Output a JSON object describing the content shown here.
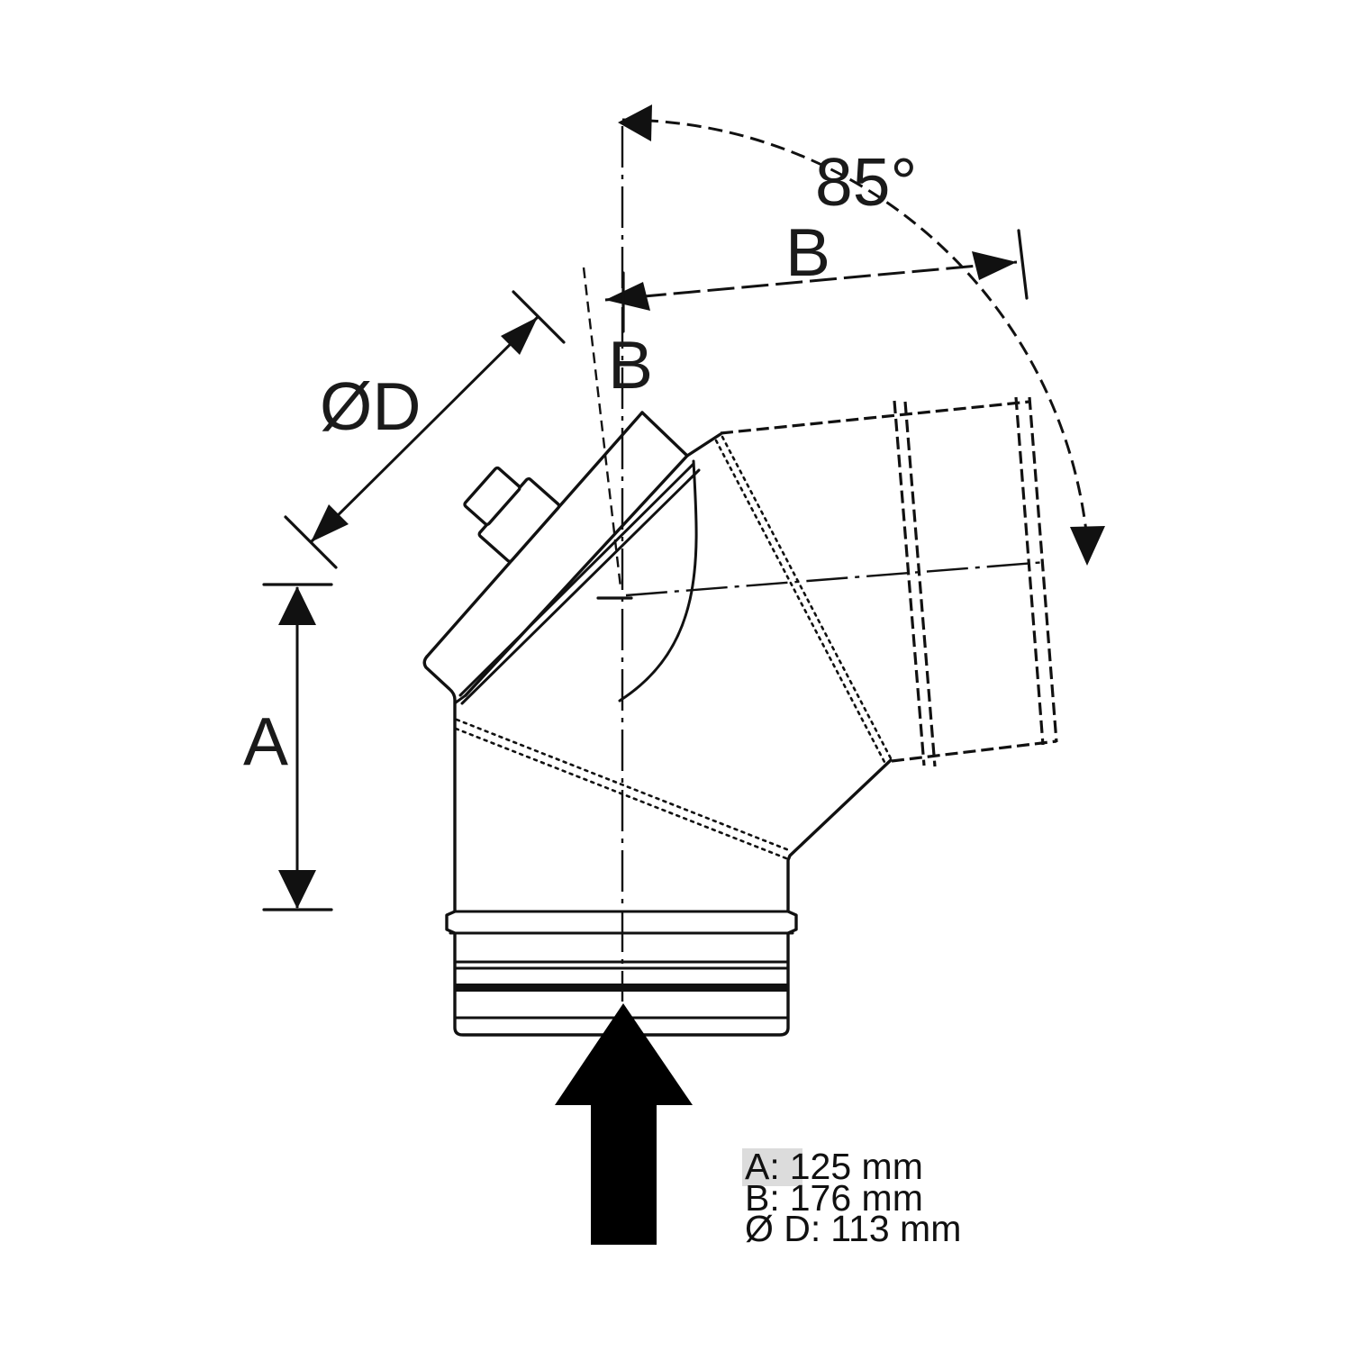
{
  "drawing": {
    "type": "technical-dimension-drawing",
    "subject": "flue-pipe-elbow-85-degree-with-inspection-door",
    "labels": {
      "angle": "85°",
      "b_main": "B",
      "b_axis": "B",
      "d": "ØD",
      "a": "A"
    },
    "legend": {
      "entries": [
        {
          "label": "A:",
          "value": "125 mm",
          "highlighted": true
        },
        {
          "label": "B:",
          "value": "176 mm",
          "highlighted": false
        },
        {
          "label": "Ø D:",
          "value": "113 mm",
          "highlighted": false
        }
      ]
    },
    "icons": {
      "flow_direction": "solid-up-arrow"
    },
    "colors": {
      "line": "#111111",
      "highlight": "#dcdcdc",
      "background": "#ffffff"
    }
  }
}
